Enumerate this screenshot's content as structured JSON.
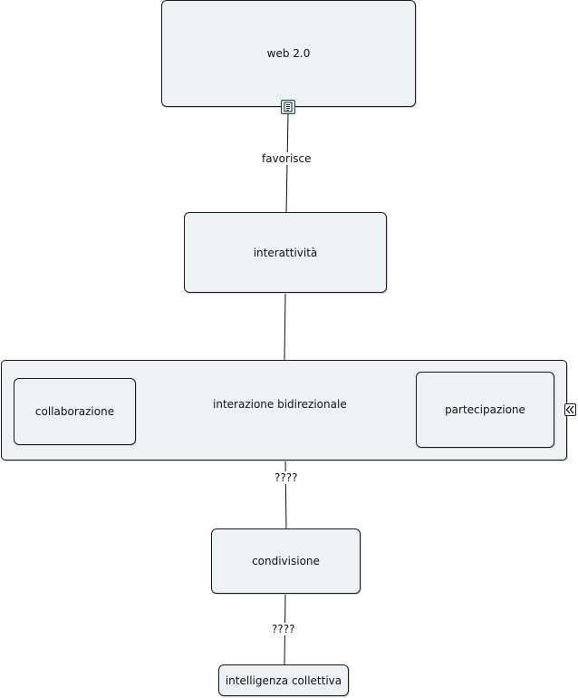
{
  "colors": {
    "node_fill": "#edf3f5",
    "node_border": "#1a1a1a",
    "link_line": "#111111",
    "background": "#ffffff"
  },
  "nodes": {
    "web": {
      "label": "web 2.0"
    },
    "interattivita": {
      "label": "interattività"
    },
    "collaborazione": {
      "label": "collaborazione"
    },
    "partecipazione": {
      "label": "partecipazione"
    },
    "condivisione": {
      "label": "condivisione"
    },
    "intelligenza": {
      "label": "intelligenza collettiva"
    }
  },
  "links": {
    "web_interattivita": {
      "label": "favorisce"
    },
    "collab_partecip": {
      "label": "interazione bidirezionale"
    },
    "group_condivisione": {
      "label": "????"
    },
    "condivisione_intelligenza": {
      "label": "????"
    }
  },
  "icons": {
    "resource": "document-icon",
    "expander": "collapse-arrows-icon"
  }
}
